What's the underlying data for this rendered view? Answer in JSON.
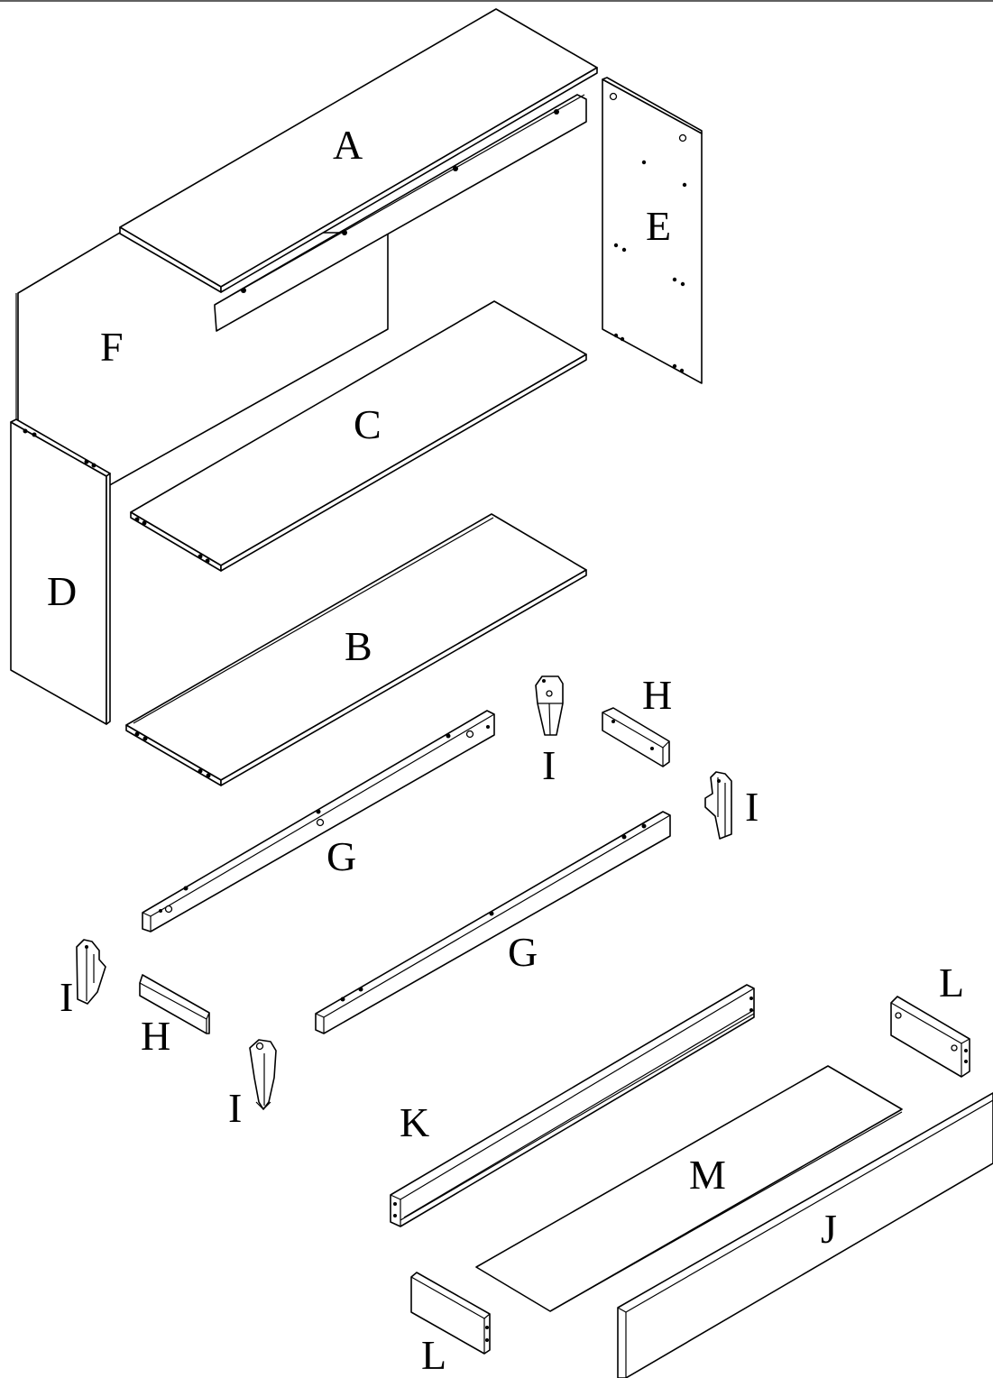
{
  "parts": {
    "A": "A",
    "B": "B",
    "C": "C",
    "D": "D",
    "E": "E",
    "F": "F",
    "G1": "G",
    "G2": "G",
    "H1": "H",
    "H2": "H",
    "I1": "I",
    "I2": "I",
    "I3": "I",
    "I4": "I",
    "J": "J",
    "K": "K",
    "L1": "L",
    "L2": "L",
    "M": "M"
  },
  "colors": {
    "line": "#000000",
    "background": "#ffffff"
  }
}
